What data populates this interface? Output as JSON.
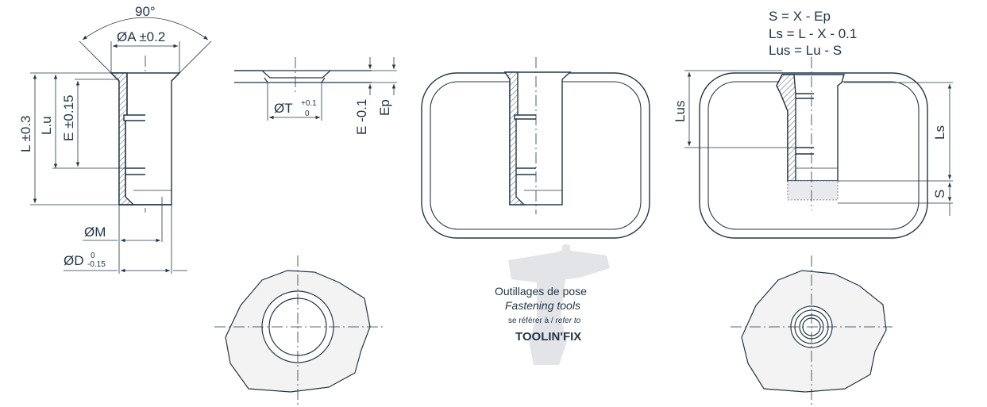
{
  "colors": {
    "ink": "#233748",
    "hatch": "#5a6a78",
    "bolt_fill": "#e9eaed",
    "plate_fill": "#f3f3f3",
    "tool_watermark": "#e2e4e7"
  },
  "left_view": {
    "angle_label": "90°",
    "diam_a_label": "ØA ±0.2",
    "length_label": "L ±0.3",
    "lu_label": "L.u",
    "e_label": "E ±0.15",
    "diam_m_label": "ØM",
    "diam_d_label": "ØD",
    "diam_d_tol_upper": "0",
    "diam_d_tol_lower": "-0.15"
  },
  "hole_view": {
    "diam_t_label": "ØT",
    "diam_t_tol_upper": "+0.1",
    "diam_t_tol_lower": "0",
    "e_label": "E -0.1",
    "ep_label": "Ep"
  },
  "installed_view": {
    "formula_1": "S = X - Ep",
    "formula_2": "Ls = L - X - 0.1",
    "formula_3": "Lus = Lu - S",
    "lus_label": "Lus",
    "ls_label": "Ls",
    "s_label": "S"
  },
  "tools_note": {
    "line_1": "Outillages de pose",
    "line_2": "Fastening tools",
    "line_3_fr": "se référer à",
    "line_3_sep": " / ",
    "line_3_en": "refer to",
    "brand": "TOOLIN'FIX",
    "watermark_icon": "rivet-gun-icon"
  }
}
